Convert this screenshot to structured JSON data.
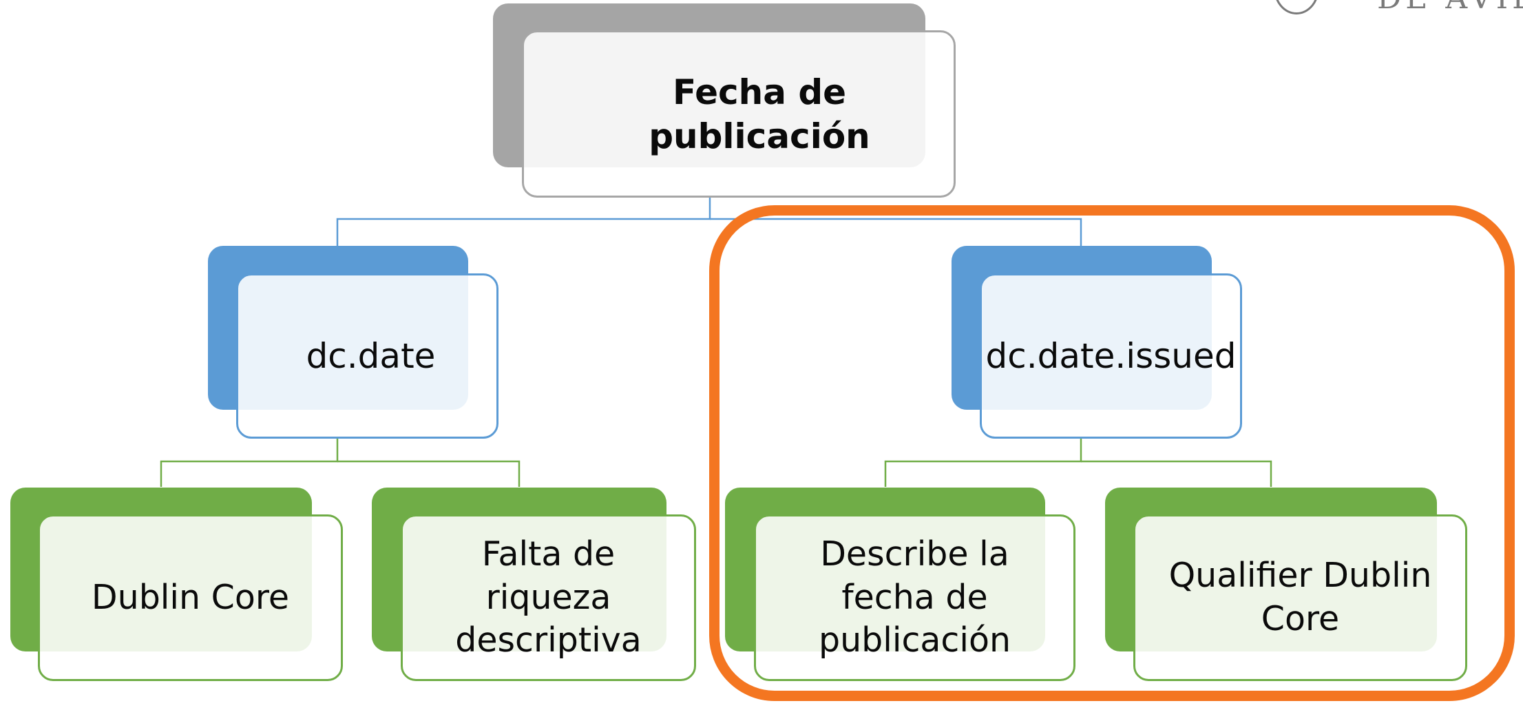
{
  "diagram": {
    "root": {
      "label": "Fecha de publicación"
    },
    "level2": [
      {
        "label": "dc.date"
      },
      {
        "label": "dc.date.issued"
      }
    ],
    "level3": [
      {
        "label": "Dublin Core"
      },
      {
        "label": "Falta de riqueza descriptiva"
      },
      {
        "label": "Describe la fecha de publicación"
      },
      {
        "label": "Qualifier Dublin Core"
      }
    ],
    "colors": {
      "root": "#a5a5a5",
      "level2": "#5b9bd5",
      "level3": "#70ad47",
      "highlight": "#f47621"
    }
  },
  "logo": {
    "text": "DE ÁVILA"
  }
}
